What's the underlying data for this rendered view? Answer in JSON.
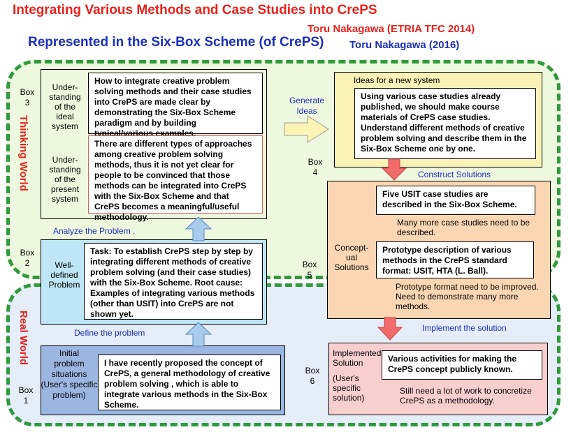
{
  "header": {
    "title": "Integrating Various Methods and Case Studies into CrePS",
    "author_2014": "Toru Nakagawa (ETRIA TFC 2014)",
    "subtitle": "Represented in the Six-Box Scheme (of CrePS)",
    "author_2016": "Toru Nakagawa (2016)"
  },
  "worlds": {
    "thinking": "Thinking World",
    "real": "Real World"
  },
  "box_labels": {
    "box1": [
      "Box",
      "1"
    ],
    "box2": [
      "Box",
      "2"
    ],
    "box3": [
      "Box",
      "3"
    ],
    "box4": [
      "Box",
      "4"
    ],
    "box5": [
      "Box",
      "5"
    ],
    "box6": [
      "Box",
      "6"
    ]
  },
  "box3": {
    "ideal_label": [
      "Under-",
      "standing",
      "of the",
      "ideal",
      "system"
    ],
    "ideal_text": "How to integrate creative problem solving methods and their case studies into CrePS are made clear by demonstrating the Six-Box Scheme paradigm and by building typical/various examples.",
    "present_label": [
      "Under-",
      "standing",
      "of the",
      "present",
      "system"
    ],
    "present_text": "There are different types of approaches among creative problem solving methods, thus it is not yet clear for people to be convinced that those methods can be integrated into CrePS with the Six-Box Scheme and that CrePS becomes a meaningful/useful methodology."
  },
  "box2": {
    "label": [
      "Well-",
      "defined",
      "Problem"
    ],
    "text": "Task: To establish CrePS step by step by integrating different methods of creative problem solving (and their case studies) with the Six-Box Scheme. Root cause: Examples of integrating various methods (other than USIT) into CrePS are not shown yet."
  },
  "box1": {
    "label": [
      "Initial",
      "problem",
      "situations",
      "(User's specific",
      "problem)"
    ],
    "text": "I have recently proposed the concept of CrePS, a general methodology of creative problem solving , which is able to integrate various methods in the Six-Box Scheme."
  },
  "box4": {
    "label": "Ideas for a new system",
    "text": "Using various case studies already published, we should make course materials of CrePS case studies. Understand different methods of creative problem solving and describe them in the Six-Box Scheme one by one."
  },
  "box5": {
    "label": [
      "Concept-",
      "ual",
      "Solutions"
    ],
    "item1": "Five USIT case studies are described in the Six-Box Scheme.",
    "note1": "Many more case studies need to be described.",
    "item2": "Prototype description of various methods in the CrePS standard format: USIT, HTA (L. Ball).",
    "note2": "Prototype format need to be improved. Need to demonstrate many more methods."
  },
  "box6": {
    "label": [
      "Implemented",
      "Solution",
      "",
      "(User's",
      "specific",
      "solution)"
    ],
    "text": "Various activities for making the CrePS concept publicly known.",
    "note": "Still need a lot of work to concretize CrePS as a methodology."
  },
  "flows": {
    "define": "Define the problem",
    "analyze": "Analyze the Problem .",
    "generate": [
      "Generate",
      "Ideas"
    ],
    "construct": "Construct Solutions",
    "implement": "Implement  the solution"
  },
  "colors": {
    "title_red": "#e8221b",
    "subtitle_blue": "#1c2fb8",
    "dashed_green": "#2f9a3c",
    "box1_fill": "#9cb6e2",
    "box2_fill": "#bfe6f6",
    "box3_fill": "#eef8df",
    "box4_fill": "#fbf2b8",
    "box5_fill": "#fad6b3",
    "box6_fill": "#f8cfcf",
    "arrow_blue": "#a9ccec",
    "arrow_yellow": "#fbf4b4",
    "arrow_red": "#f06b6b"
  }
}
